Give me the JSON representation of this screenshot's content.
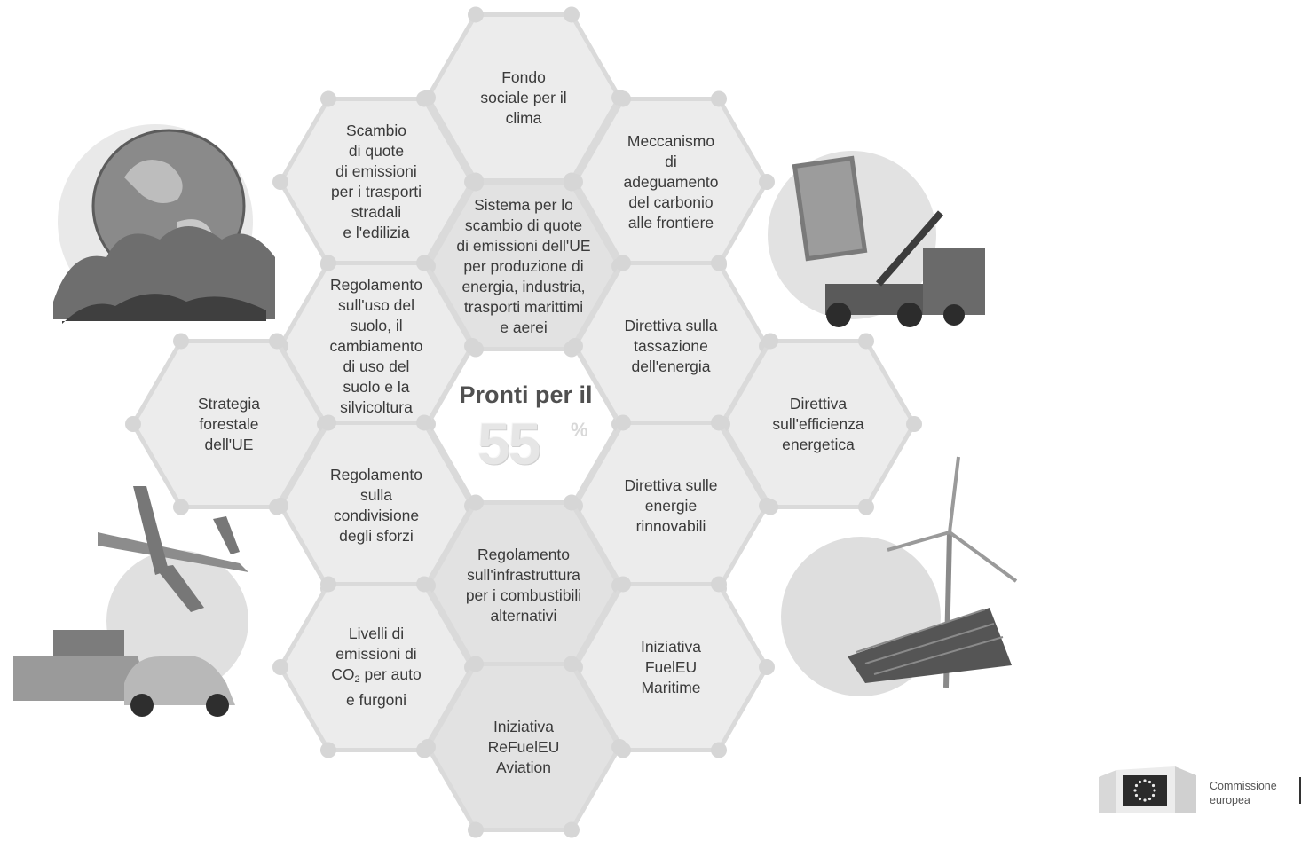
{
  "center": {
    "title": "Pronti per il",
    "number": "55",
    "percent": "%"
  },
  "hexagons": [
    {
      "id": "social-fund",
      "label": "Fondo\nsociale per il\nclima"
    },
    {
      "id": "ets-road-buildings",
      "label": "Scambio\ndi quote\ndi emissioni\nper i trasporti\nstradali\ne l'edilizia"
    },
    {
      "id": "cbam",
      "label": "Meccanismo\ndi\nadeguamento\ndel carbonio\nalle frontiere"
    },
    {
      "id": "eu-ets",
      "label": "Sistema per lo\nscambio di quote\ndi emissioni dell'UE\nper produzione di\nenergia, industria,\ntrasporti marittimi\ne aerei"
    },
    {
      "id": "lulucf",
      "label": "Regolamento\nsull'uso del\nsuolo, il\ncambiamento\ndi uso del\nsuolo e la\nsilvicoltura"
    },
    {
      "id": "energy-taxation",
      "label": "Direttiva sulla\ntassazione\ndell'energia"
    },
    {
      "id": "forest-strategy",
      "label": "Strategia\nforestale\ndell'UE"
    },
    {
      "id": "energy-efficiency",
      "label": "Direttiva\nsull'efficienza\nenergetica"
    },
    {
      "id": "effort-sharing",
      "label": "Regolamento\nsulla\ncondivisione\ndegli sforzi"
    },
    {
      "id": "renewables",
      "label": "Direttiva sulle\nenergie\nrinnovabili"
    },
    {
      "id": "afir",
      "label": "Regolamento\nsull'infrastruttura\nper i combustibili\nalternativi"
    },
    {
      "id": "co2-cars",
      "label_before": "Livelli di\nemissioni di\nCO",
      "label_sub": "2",
      "label_after": " per auto\ne furgoni"
    },
    {
      "id": "fueleu-maritime",
      "label": "Iniziativa\nFuelEU\nMaritime"
    },
    {
      "id": "refueleu-aviation",
      "label": "Iniziativa\nReFuelEU\nAviation"
    }
  ],
  "illustrations": [
    {
      "id": "globe-forest",
      "icon": "globe-icon"
    },
    {
      "id": "container-port",
      "icon": "container-truck-icon"
    },
    {
      "id": "transport",
      "icon": "plane-ship-car-icon"
    },
    {
      "id": "wind-solar",
      "icon": "wind-solar-icon"
    }
  ],
  "logo": {
    "text": "Commissione\neuropea"
  },
  "colors": {
    "hex_fill": "#ececec",
    "hex_fill_alt": "#e2e2e2",
    "hex_stroke": "#dadada",
    "text": "#3a3a3a"
  }
}
